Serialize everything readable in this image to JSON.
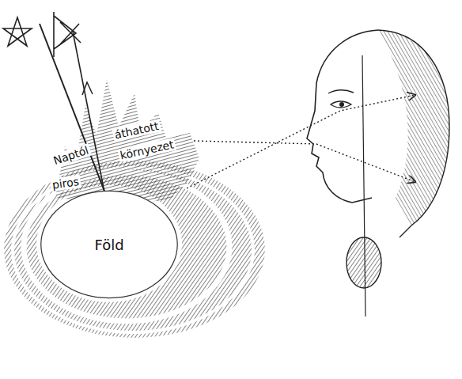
{
  "diagram": {
    "nodes": [
      {
        "text": [
          "Föld"
        ]
      }
    ],
    "labels": [
      "Naptól",
      "áthatott",
      "környezet",
      "piros"
    ]
  }
}
